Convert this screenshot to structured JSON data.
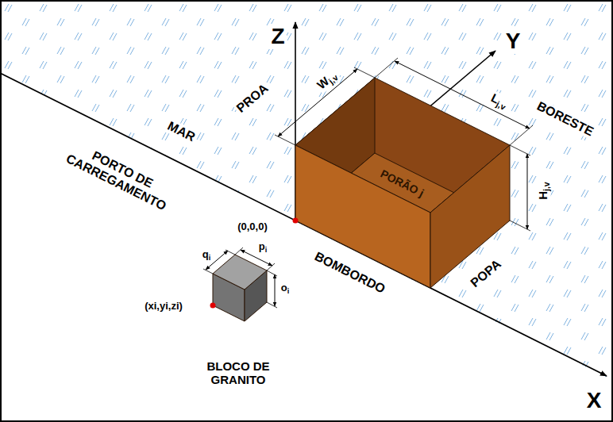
{
  "diagram": {
    "nodes": [
      {
        "text": [
          "PORÃO j"
        ]
      },
      {
        "text": [
          "BLOCO DE GRANITO"
        ]
      }
    ],
    "labels": [
      "Z",
      "Y",
      "X",
      "PROA",
      "BORESTE",
      "MAR",
      "PORTO DE CARREGAMENTO",
      "(0,0,0)",
      "BOMBORDO",
      "POPA",
      "Wj,v",
      "Lj,v",
      "Hj,v",
      "qi",
      "pi",
      "oi",
      "(xi,yi,zi)"
    ]
  }
}
